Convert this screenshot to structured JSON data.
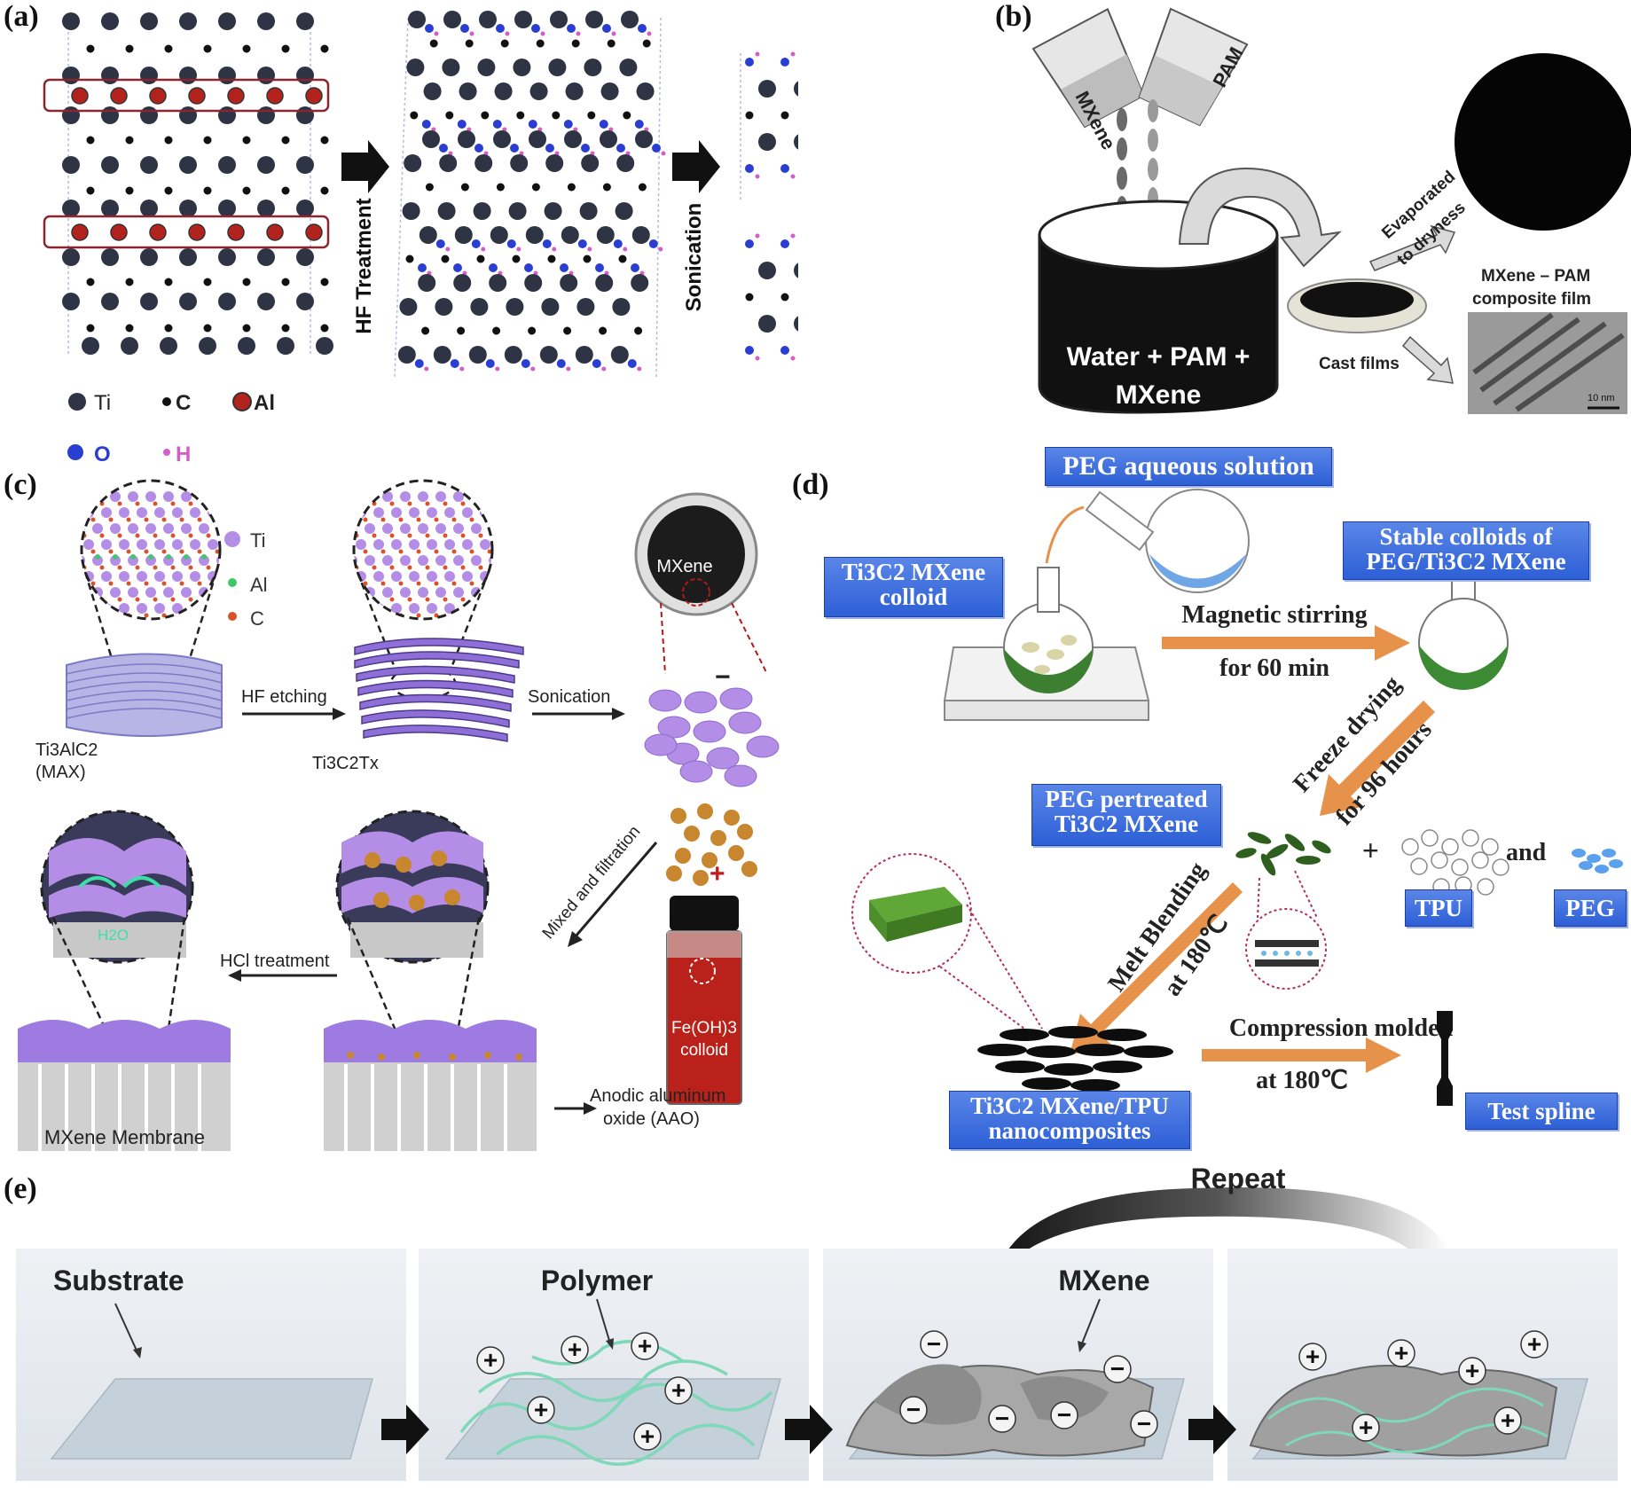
{
  "panels": {
    "a": "(a)",
    "b": "(b)",
    "c": "(c)",
    "d": "(d)",
    "e": "(e)"
  },
  "a": {
    "hf_treatment": "HF Treatment",
    "sonication": "Sonication",
    "legend": {
      "ti": "Ti",
      "c": "C",
      "al": "Al",
      "o": "O",
      "h": "H"
    }
  },
  "b": {
    "beaker1": "MXene",
    "beaker2": "PAM",
    "mixture_line1": "Water + PAM +",
    "mixture_line2": "MXene",
    "evaporated_line1": "Evaporated",
    "evaporated_line2": "to dryness",
    "film_line1": "MXene – PAM",
    "film_line2": "composite film",
    "cast_films": "Cast films",
    "scalebar": "10 nm"
  },
  "c": {
    "legend": {
      "ti": "Ti",
      "al": "Al",
      "c": "C"
    },
    "max_line1": "Ti3AlC2",
    "max_line2": "(MAX)",
    "hf_etching": "HF etching",
    "ti3c2tx": "Ti3C2Tx",
    "sonication": "Sonication",
    "mxene_vial": "MXene",
    "mixed_filtration": "Mixed and filtration",
    "fe_line1": "Fe(OH)3",
    "fe_line2": "colloid",
    "hcl_treatment": "HCl treatment",
    "h2o": "H2O",
    "aao_line1": "Anodic aluminum",
    "aao_line2": "oxide (AAO)",
    "membrane": "MXene Membrane",
    "minus": "−",
    "plus": "+"
  },
  "d": {
    "peg_solution": "PEG aqueous solution",
    "colloid_line1": "Ti3C2 MXene",
    "colloid_line2": "colloid",
    "stable_line1": "Stable colloids of",
    "stable_line2": "PEG/Ti3C2 MXene",
    "stirring_line1": "Magnetic stirring",
    "stirring_line2": "for 60 min",
    "freeze_line1": "Freeze drying",
    "freeze_line2": "for 96 hours",
    "pretreated_line1": "PEG pertreated",
    "pretreated_line2": "Ti3C2 MXene",
    "plus": "+",
    "and": "and",
    "tpu": "TPU",
    "peg": "PEG",
    "melt_line1": "Melt Blending",
    "melt_line2": "at 180℃",
    "compression_line1": "Compression molded",
    "compression_line2": "at 180℃",
    "nano_line1": "Ti3C2 MXene/TPU",
    "nano_line2": "nanocomposites",
    "test_spline": "Test spline"
  },
  "e": {
    "repeat": "Repeat",
    "substrate": "Substrate",
    "polymer": "Polymer",
    "mxene": "MXene",
    "plus": "+",
    "minus": "−"
  },
  "colors": {
    "ti_atom": "#2f3444",
    "al_atom": "#b3231d",
    "o_atom": "#2a3fd1",
    "h_atom": "#d45ec9",
    "label_blue": "#3566dc",
    "arrow_orange": "#e6924a",
    "polymer_green": "#8fe0c4",
    "mxene_purple": "#b48ee6"
  }
}
